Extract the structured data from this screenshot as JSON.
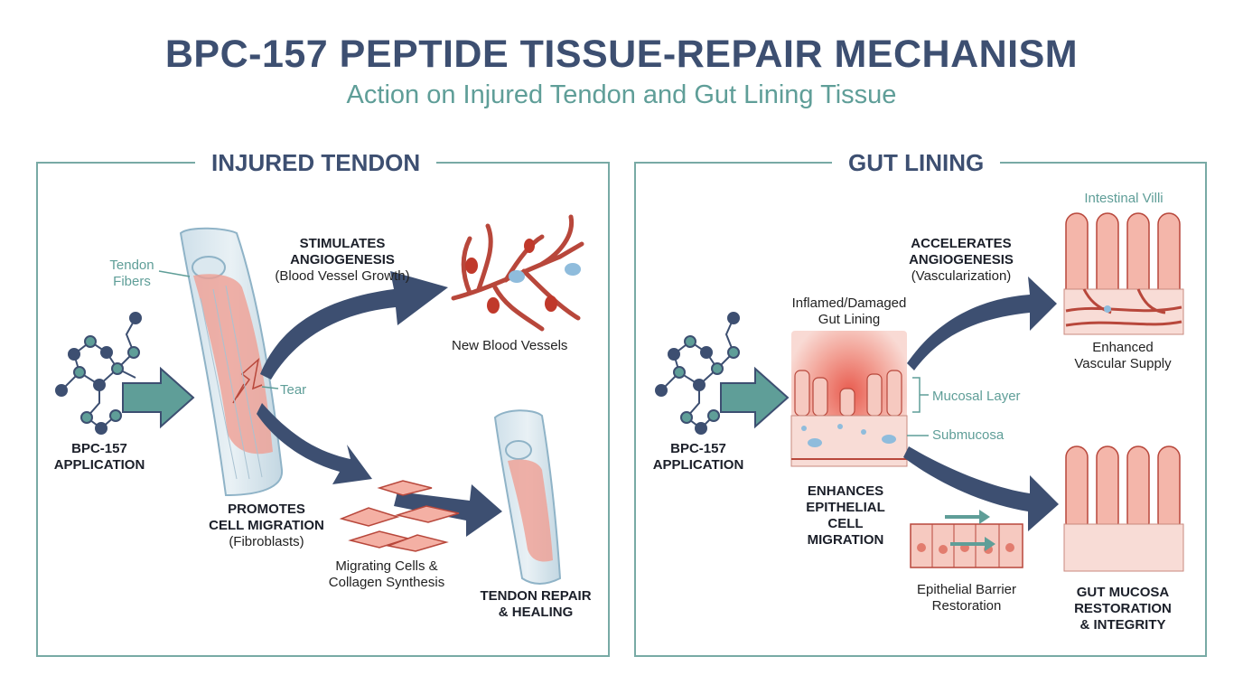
{
  "title": "BPC-157 PEPTIDE TISSUE-REPAIR MECHANISM",
  "subtitle": "Action on Injured Tendon and Gut Lining Tissue",
  "left_panel": {
    "heading": "INJURED TENDON",
    "tendon_fibers": [
      "Tendon",
      "Fibers"
    ],
    "tear": "Tear",
    "application": [
      "BPC-157",
      "APPLICATION"
    ],
    "angiogenesis": [
      "STIMULATES",
      "ANGIOGENESIS",
      "(Blood Vessel Growth)"
    ],
    "new_vessels": "New Blood Vessels",
    "migration": [
      "PROMOTES",
      "CELL MIGRATION",
      "(Fibroblasts)"
    ],
    "migrating_cells": [
      "Migrating Cells &",
      "Collagen Synthesis"
    ],
    "repair": [
      "TENDON REPAIR",
      "& HEALING"
    ]
  },
  "right_panel": {
    "heading": "GUT LINING",
    "application": [
      "BPC-157",
      "APPLICATION"
    ],
    "angiogenesis": [
      "ACCELERATES",
      "ANGIOGENESIS",
      "(Vascularization)"
    ],
    "inflamed": [
      "Inflamed/Damaged",
      "Gut Lining"
    ],
    "mucosal_layer": "Mucosal Layer",
    "submucosa": "Submucosa",
    "villi": "Intestinal Villi",
    "vascular_supply": [
      "Enhanced",
      "Vascular Supply"
    ],
    "epithelial_migration": [
      "ENHANCES",
      "EPITHELIAL",
      "CELL",
      "MIGRATION"
    ],
    "barrier": [
      "Epithelial Barrier",
      "Restoration"
    ],
    "restoration": [
      "GUT MUCOSA",
      "RESTORATION",
      "& INTEGRITY"
    ]
  },
  "colors": {
    "navy": "#3d4f71",
    "teal": "#5f9e98",
    "tissue_pink": "#efb5aa",
    "vessel_red": "#b8473b"
  }
}
